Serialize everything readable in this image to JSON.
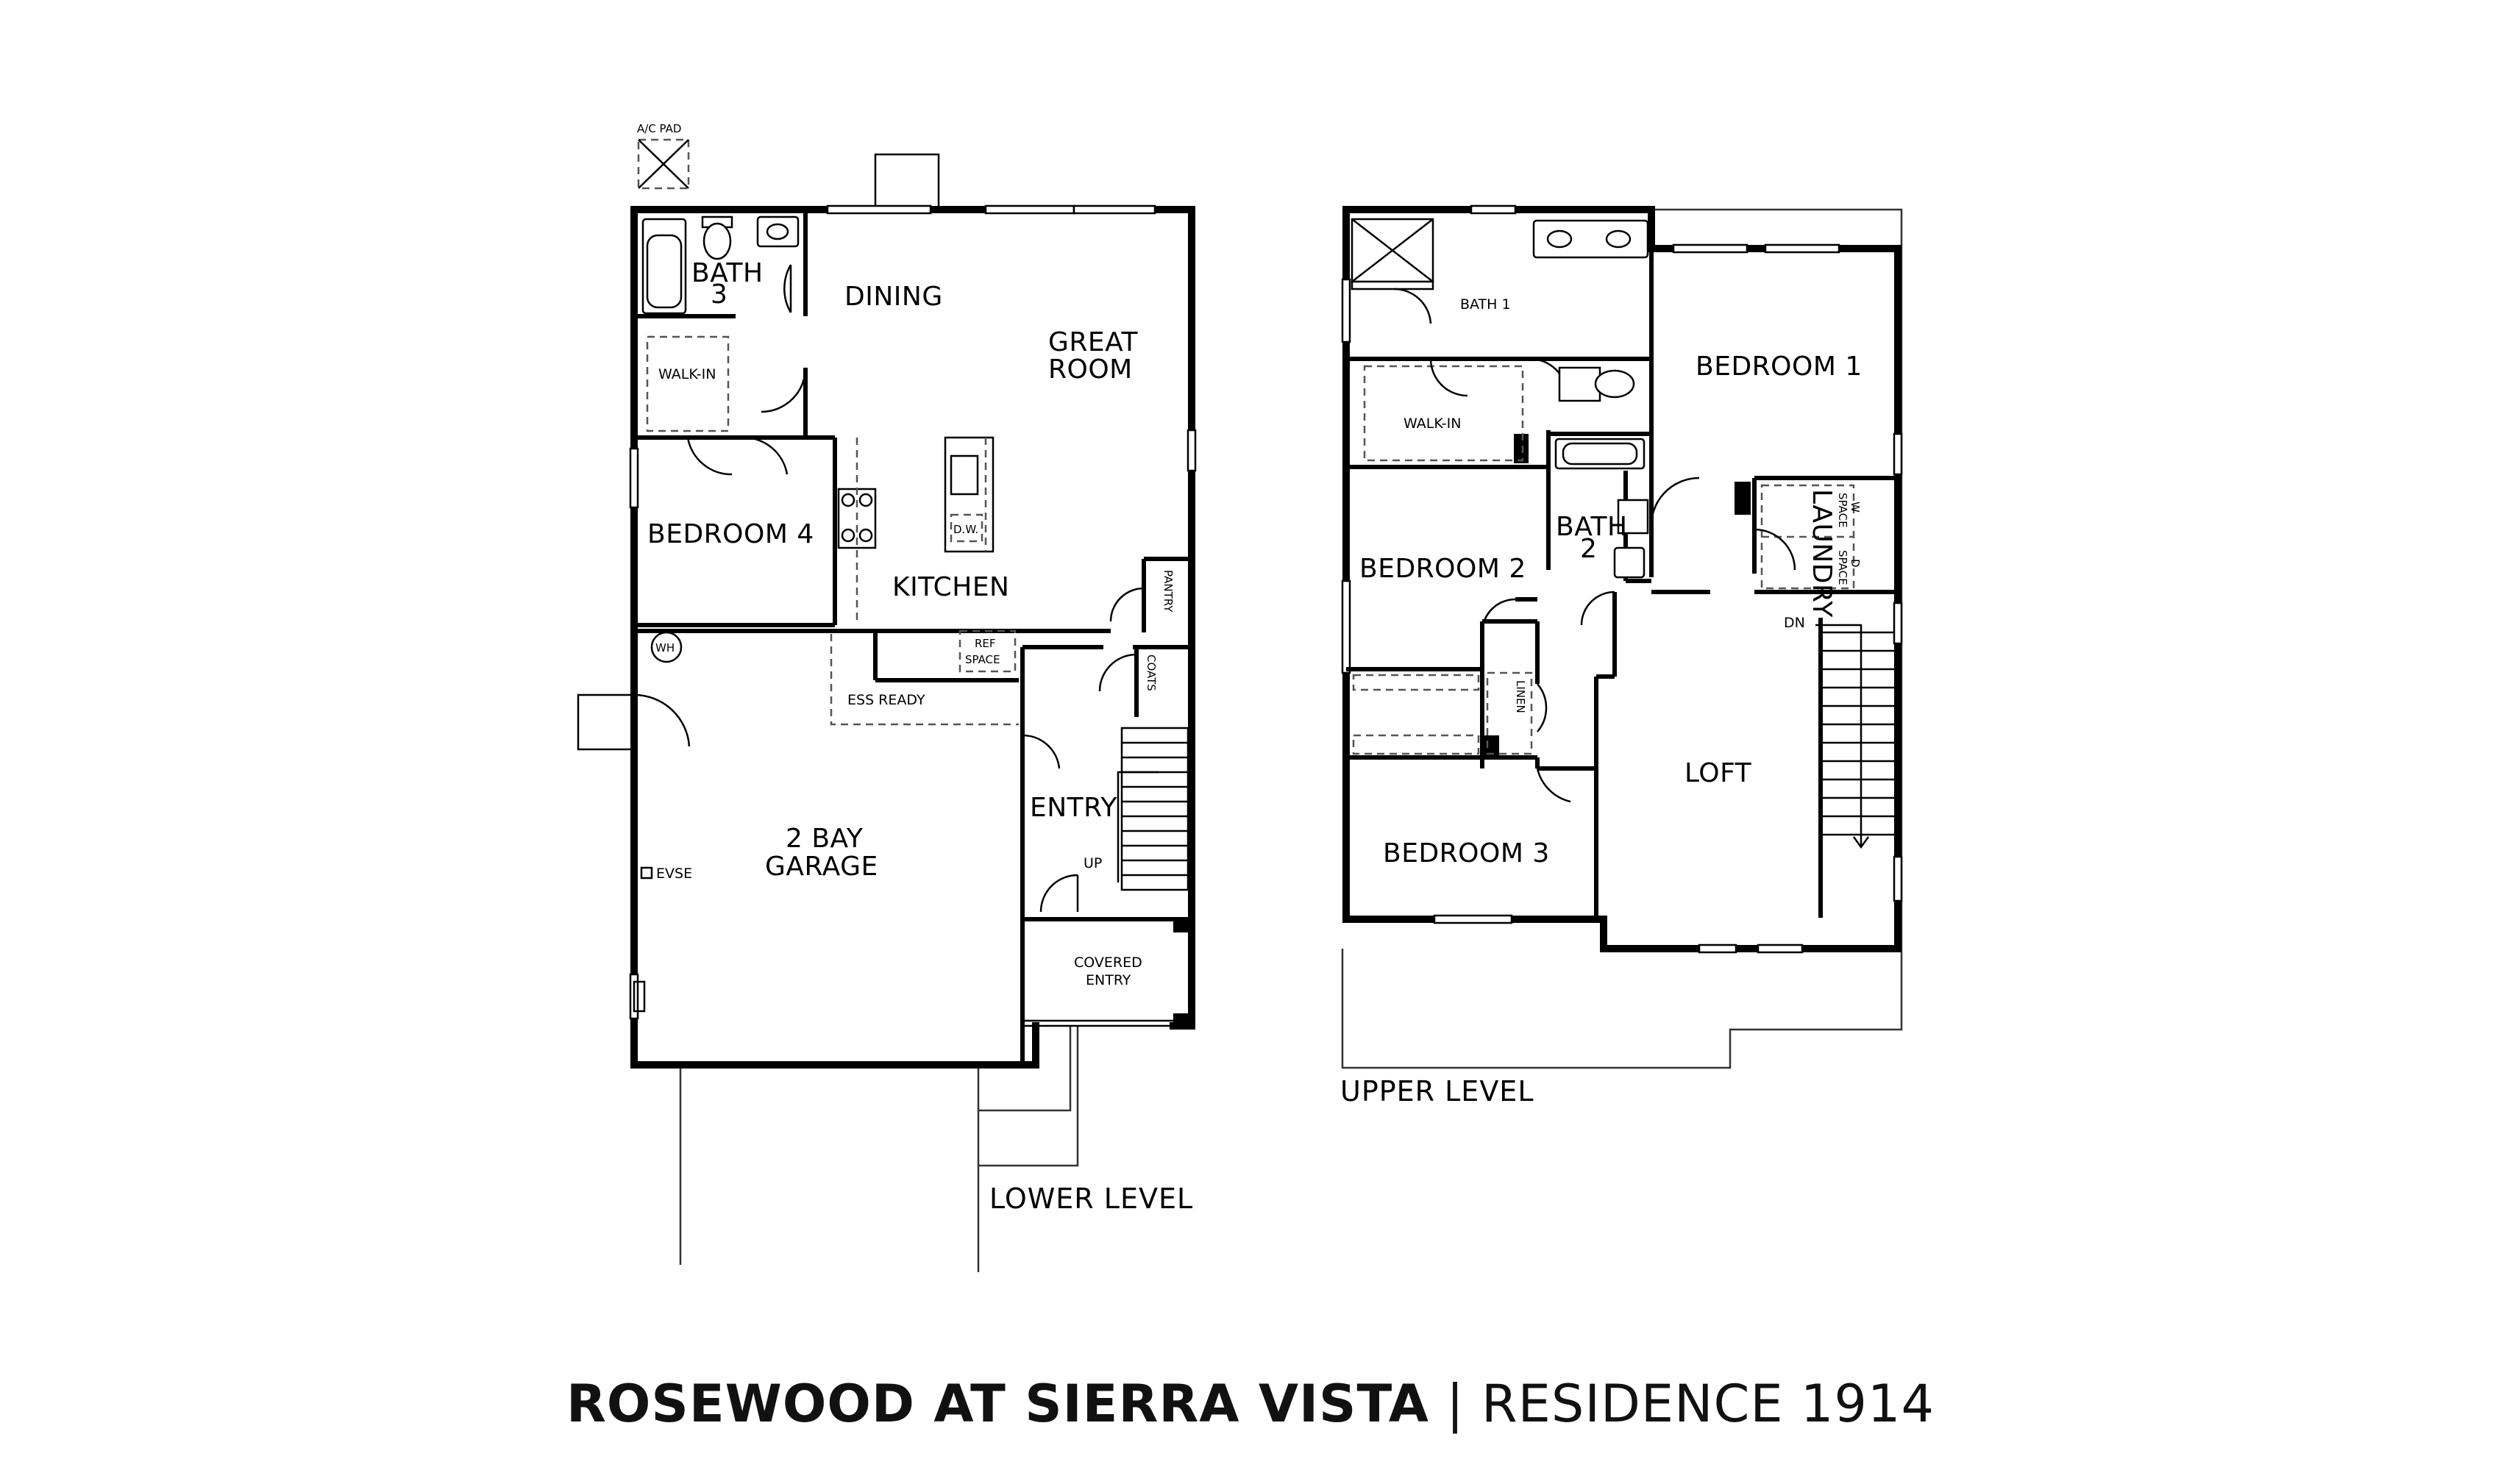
{
  "lower_level": {
    "label": "LOWER LEVEL",
    "rooms": {
      "bath3_a": "BATH",
      "bath3_b": "3",
      "walkin": "WALK-IN",
      "dining": "DINING",
      "great_room_a": "GREAT",
      "great_room_b": "ROOM",
      "bedroom4": "BEDROOM 4",
      "kitchen": "KITCHEN",
      "pantry": "PANTRY",
      "coats": "COATS",
      "ref_space_a": "REF",
      "ref_space_b": "SPACE",
      "ess_ready": "ESS READY",
      "wh": "WH",
      "entry": "ENTRY",
      "up": "UP",
      "garage_a": "2 BAY",
      "garage_b": "GARAGE",
      "evse": "EVSE",
      "covered_entry_a": "COVERED",
      "covered_entry_b": "ENTRY",
      "ac_pad": "A/C PAD",
      "dw": "D.W."
    }
  },
  "upper_level": {
    "label": "UPPER LEVEL",
    "rooms": {
      "bath1": "BATH 1",
      "walkin": "WALK-IN",
      "bedroom1": "BEDROOM 1",
      "bath2_a": "BATH",
      "bath2_b": "2",
      "laundry": "LAUNDRY",
      "w_space_a": "W",
      "w_space_b": "SPACE",
      "d_space_a": "D",
      "d_space_b": "SPACE",
      "bedroom2": "BEDROOM 2",
      "linen": "LINEN",
      "dn": "DN",
      "loft": "LOFT",
      "bedroom3": "BEDROOM 3"
    }
  },
  "title": {
    "community": "ROSEWOOD AT SIERRA VISTA",
    "separator": " | ",
    "residence": "RESIDENCE 1914"
  }
}
